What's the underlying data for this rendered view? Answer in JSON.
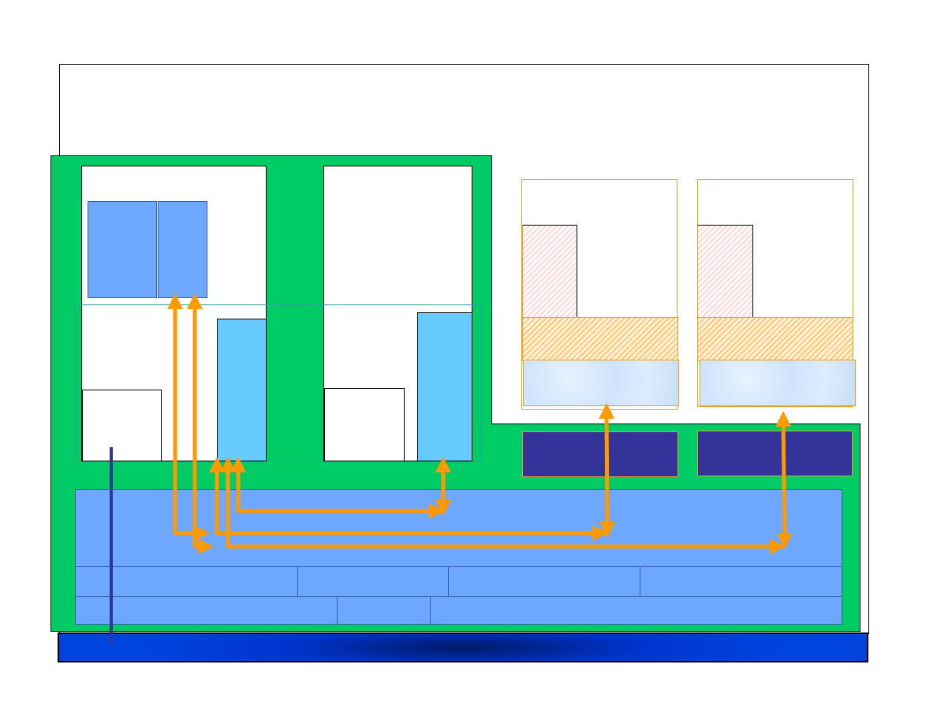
{
  "colors": {
    "frame_green": "#00cc66",
    "module_blue": "#6ea8fe",
    "cache_blue": "#66ccff",
    "navy": "#333399",
    "arrow_orange": "#ff9900",
    "base_blue": "#0033cc",
    "probe_line": "#333399"
  },
  "blocks": {
    "upper_left_module": {
      "color": "white"
    },
    "upper_right_module": {
      "color": "white"
    },
    "right_modules": {
      "count": 2
    },
    "bus_rows": {
      "row1_cells": 4,
      "row2_cells": 3
    }
  },
  "arrows": {
    "style": "bidirectional",
    "count": 8
  }
}
